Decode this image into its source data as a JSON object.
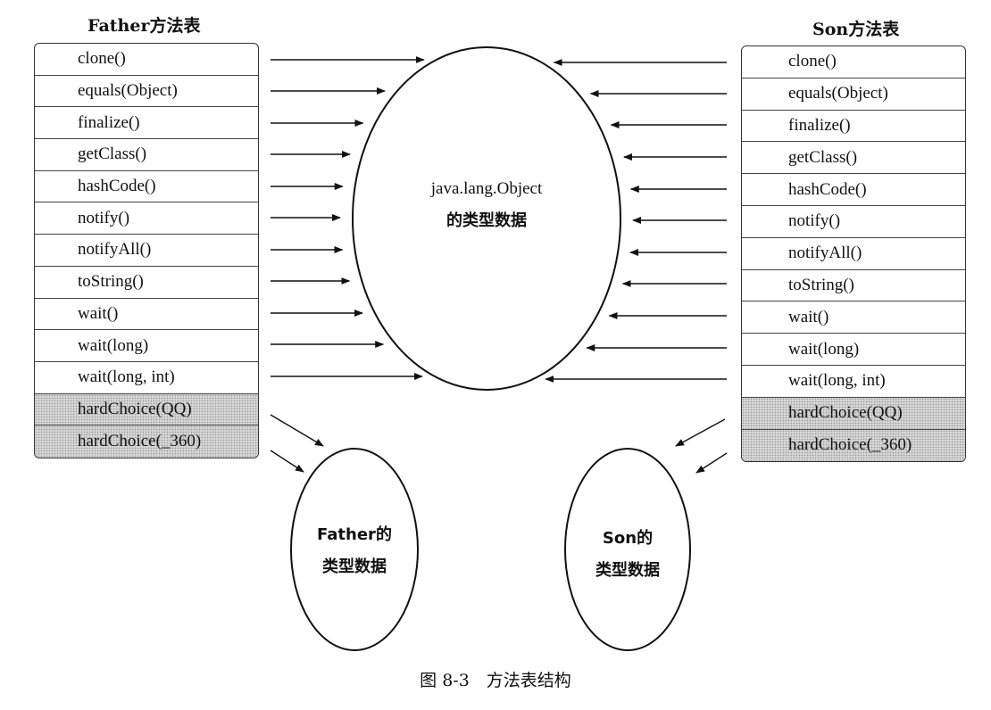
{
  "father_table": {
    "title": "Father方法表",
    "rows": [
      {
        "label": "clone()",
        "shaded": false
      },
      {
        "label": "equals(Object)",
        "shaded": false
      },
      {
        "label": "finalize()",
        "shaded": false
      },
      {
        "label": "getClass()",
        "shaded": false
      },
      {
        "label": "hashCode()",
        "shaded": false
      },
      {
        "label": "notify()",
        "shaded": false
      },
      {
        "label": "notifyAll()",
        "shaded": false
      },
      {
        "label": "toString()",
        "shaded": false
      },
      {
        "label": "wait()",
        "shaded": false
      },
      {
        "label": "wait(long)",
        "shaded": false
      },
      {
        "label": "wait(long, int)",
        "shaded": false
      },
      {
        "label": "hardChoice(QQ)",
        "shaded": true
      },
      {
        "label": "hardChoice(_360)",
        "shaded": true
      }
    ]
  },
  "son_table": {
    "title": "Son方法表",
    "rows": [
      {
        "label": "clone()",
        "shaded": false
      },
      {
        "label": "equals(Object)",
        "shaded": false
      },
      {
        "label": "finalize()",
        "shaded": false
      },
      {
        "label": "getClass()",
        "shaded": false
      },
      {
        "label": "hashCode()",
        "shaded": false
      },
      {
        "label": "notify()",
        "shaded": false
      },
      {
        "label": "notifyAll()",
        "shaded": false
      },
      {
        "label": "toString()",
        "shaded": false
      },
      {
        "label": "wait()",
        "shaded": false
      },
      {
        "label": "wait(long)",
        "shaded": false
      },
      {
        "label": "wait(long, int)",
        "shaded": false
      },
      {
        "label": "hardChoice(QQ)",
        "shaded": true
      },
      {
        "label": "hardChoice(_360)",
        "shaded": true
      }
    ]
  },
  "object_node": {
    "line1": "java.lang.Object",
    "line2": "的类型数据"
  },
  "father_node": {
    "line1": "Father的",
    "line2": "类型数据"
  },
  "son_node": {
    "line1": "Son的",
    "line2": "类型数据"
  },
  "caption": "图 8-3　方法表结构"
}
